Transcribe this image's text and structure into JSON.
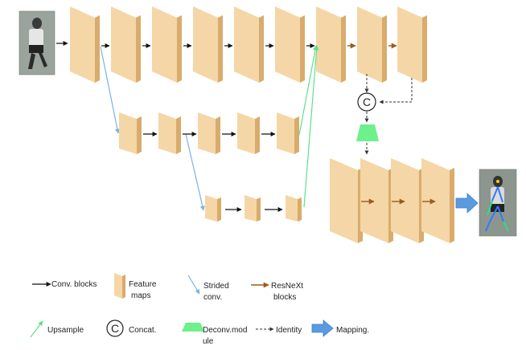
{
  "concat_symbol": "C",
  "legend": {
    "conv_blocks": "Conv. blocks",
    "feature_maps_1": "Feature",
    "feature_maps_2": "maps",
    "strided_conv_1": "Strided",
    "strided_conv_2": "conv.",
    "resnext_1": "ResNeXt",
    "resnext_2": "blocks",
    "upsample": "Upsample",
    "concat": "Concat.",
    "deconv_1": "Deconv.mod",
    "deconv_2": "ule",
    "identity": "Identity",
    "mapping": "Mapping."
  },
  "colors": {
    "block_front": "#f5d6a6",
    "block_side": "#d9ab6c",
    "block_top": "#ecc48a",
    "conv_arrow": "#111111",
    "strided_arrow": "#7fb0e6",
    "resnext_arrow": "#9a5c1c",
    "upsample_arrow": "#5fe08a",
    "deconv": "#6ef08a",
    "mapping_arrow": "#5a9be0",
    "identity_arrow": "#333333"
  },
  "images": {
    "input": "input-person-image",
    "output": "output-pose-image"
  }
}
